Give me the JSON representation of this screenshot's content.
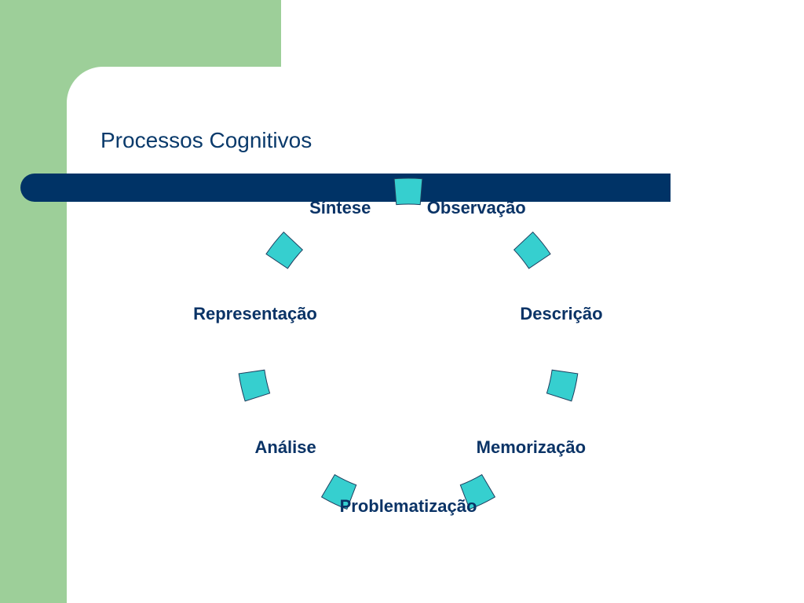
{
  "slide": {
    "title": "Processos Cognitivos"
  },
  "colors": {
    "green": "#9dcf99",
    "navy": "#003366",
    "teal": "#36cfcf",
    "label": "#0a3366",
    "title": "#0a3a6b"
  },
  "diagram": {
    "type": "cycle",
    "nodes": [
      "Observação",
      "Descrição",
      "Memorização",
      "Problematização",
      "Análise",
      "Representação",
      "Síntese"
    ]
  }
}
